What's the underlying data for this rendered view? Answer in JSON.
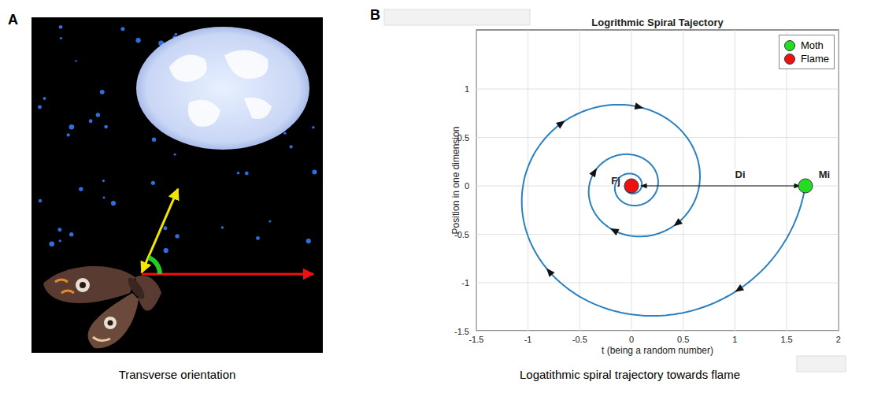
{
  "diagram": {
    "labels": [
      "A",
      "B",
      "Logrithmic Spiral Tajectory",
      "Position in one dimension",
      "t (being a random number)",
      "-1.5",
      "-1",
      "-0.5",
      "0",
      "0.5",
      "1",
      "1.5",
      "2",
      "1",
      "0.5",
      "0",
      "-0.5",
      "-1",
      "-1.5",
      "Fj",
      "Di",
      "Mi",
      "Transverse orientation",
      "Logatithmic spiral trajectory towards flame"
    ],
    "legend": [
      {
        "text": "Moth",
        "color": "#22dd22"
      },
      {
        "text": "Flame",
        "color": "#ee1111"
      }
    ]
  }
}
